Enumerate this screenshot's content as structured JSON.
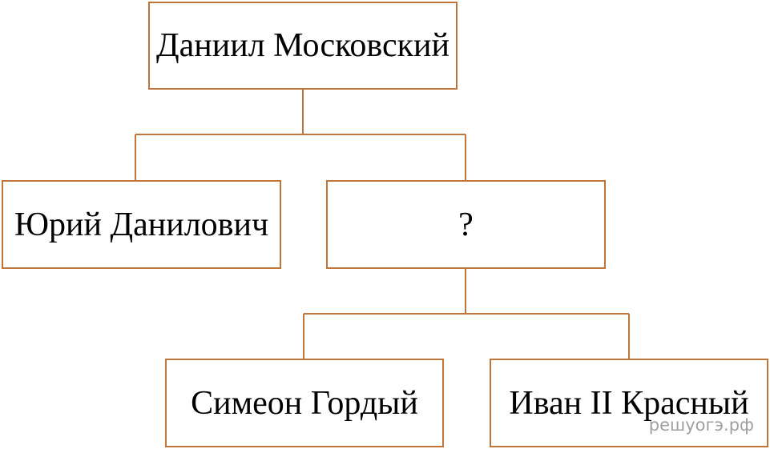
{
  "diagram": {
    "line_color": "#c0763a",
    "root": {
      "label": "Даниил Московский"
    },
    "children": [
      {
        "label": "Юрий Данилович"
      },
      {
        "label": "?"
      }
    ],
    "grandchildren": [
      {
        "label": "Симеон Гордый"
      },
      {
        "label": "Иван II Красный"
      }
    ]
  },
  "watermark": {
    "text": "решуогэ.рф"
  }
}
